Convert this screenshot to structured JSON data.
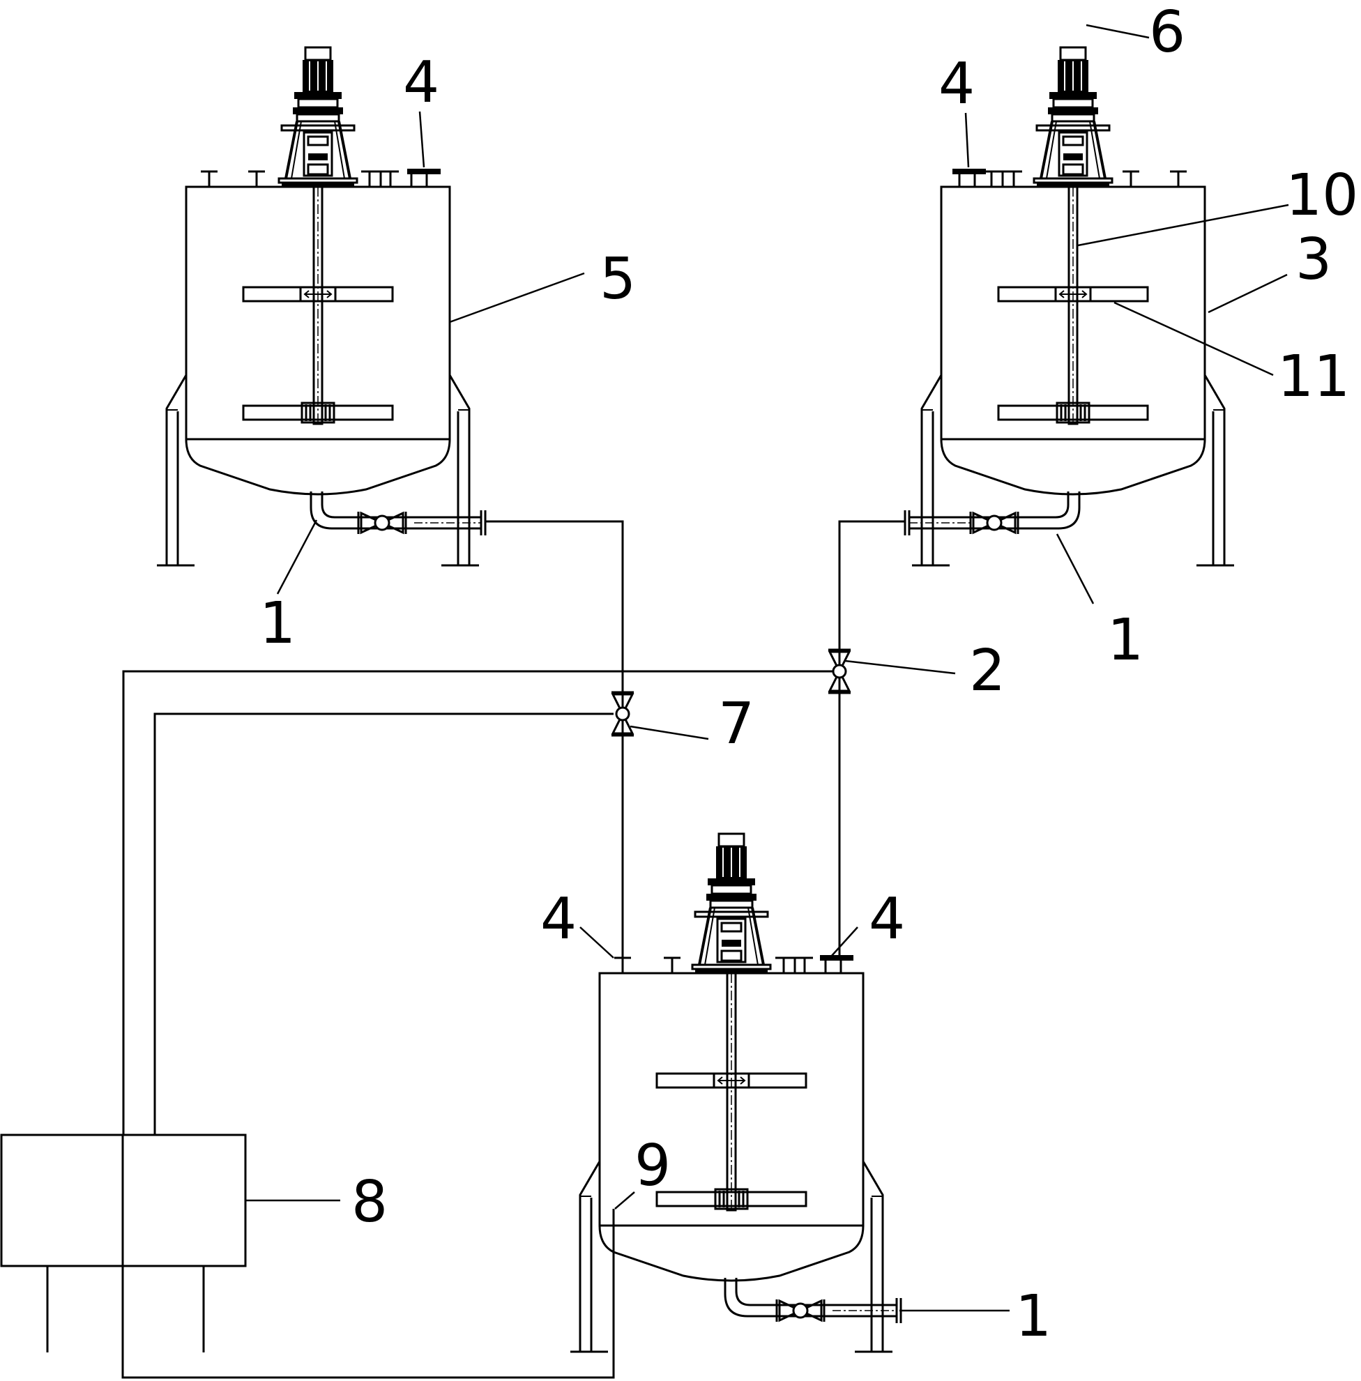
{
  "callouts": [
    {
      "id": "tank-left-outlet-pipe",
      "text": "1"
    },
    {
      "id": "tank-right-outlet-pipe",
      "text": "1"
    },
    {
      "id": "tank-bottom-outlet-pipe",
      "text": "1"
    },
    {
      "id": "right-line-valve",
      "text": "2"
    },
    {
      "id": "tank-right-body",
      "text": "3"
    },
    {
      "id": "tank-left-top-port",
      "text": "4"
    },
    {
      "id": "tank-right-top-port",
      "text": "4"
    },
    {
      "id": "tank-bottom-top-port-left",
      "text": "4"
    },
    {
      "id": "tank-bottom-top-port-right",
      "text": "4"
    },
    {
      "id": "tank-left-body",
      "text": "5"
    },
    {
      "id": "tank-right-motor",
      "text": "6"
    },
    {
      "id": "left-line-valve",
      "text": "7"
    },
    {
      "id": "unit-8",
      "text": "8"
    },
    {
      "id": "return-line",
      "text": "9"
    },
    {
      "id": "tank-right-shaft",
      "text": "10"
    },
    {
      "id": "tank-right-paddle",
      "text": "11"
    }
  ]
}
